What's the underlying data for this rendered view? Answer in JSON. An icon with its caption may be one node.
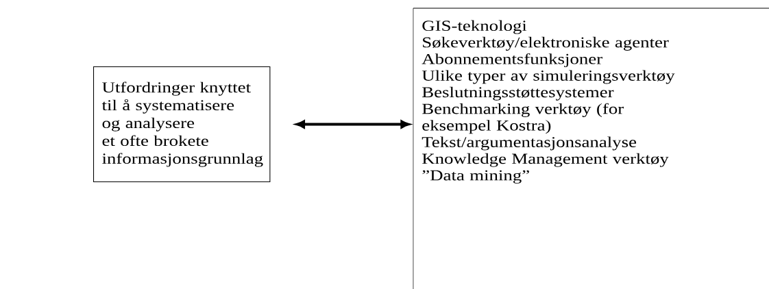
{
  "diagram": {
    "nodes": [
      {
        "text": [
          "Utfordringer knyttet til å systematisere og analysere et ofte brokete informasjonsgrunnlag"
        ]
      },
      {
        "text": [
          "GIS-teknologi",
          "Søkeverktøy/elektroniske agenter",
          "Abonnementsfunksjoner",
          "Ulike typer av simuleringsverktøy",
          "Beslutningsstøttesystemer",
          "Benchmarking verktøy (for eksempel Kostra)",
          "Tekst/argumentasjonsanalyse",
          "Knowledge Management verktøy",
          "”Data mining”"
        ]
      }
    ],
    "edges": [
      {
        "from": 0,
        "to": 1,
        "arrow": "both"
      }
    ]
  }
}
